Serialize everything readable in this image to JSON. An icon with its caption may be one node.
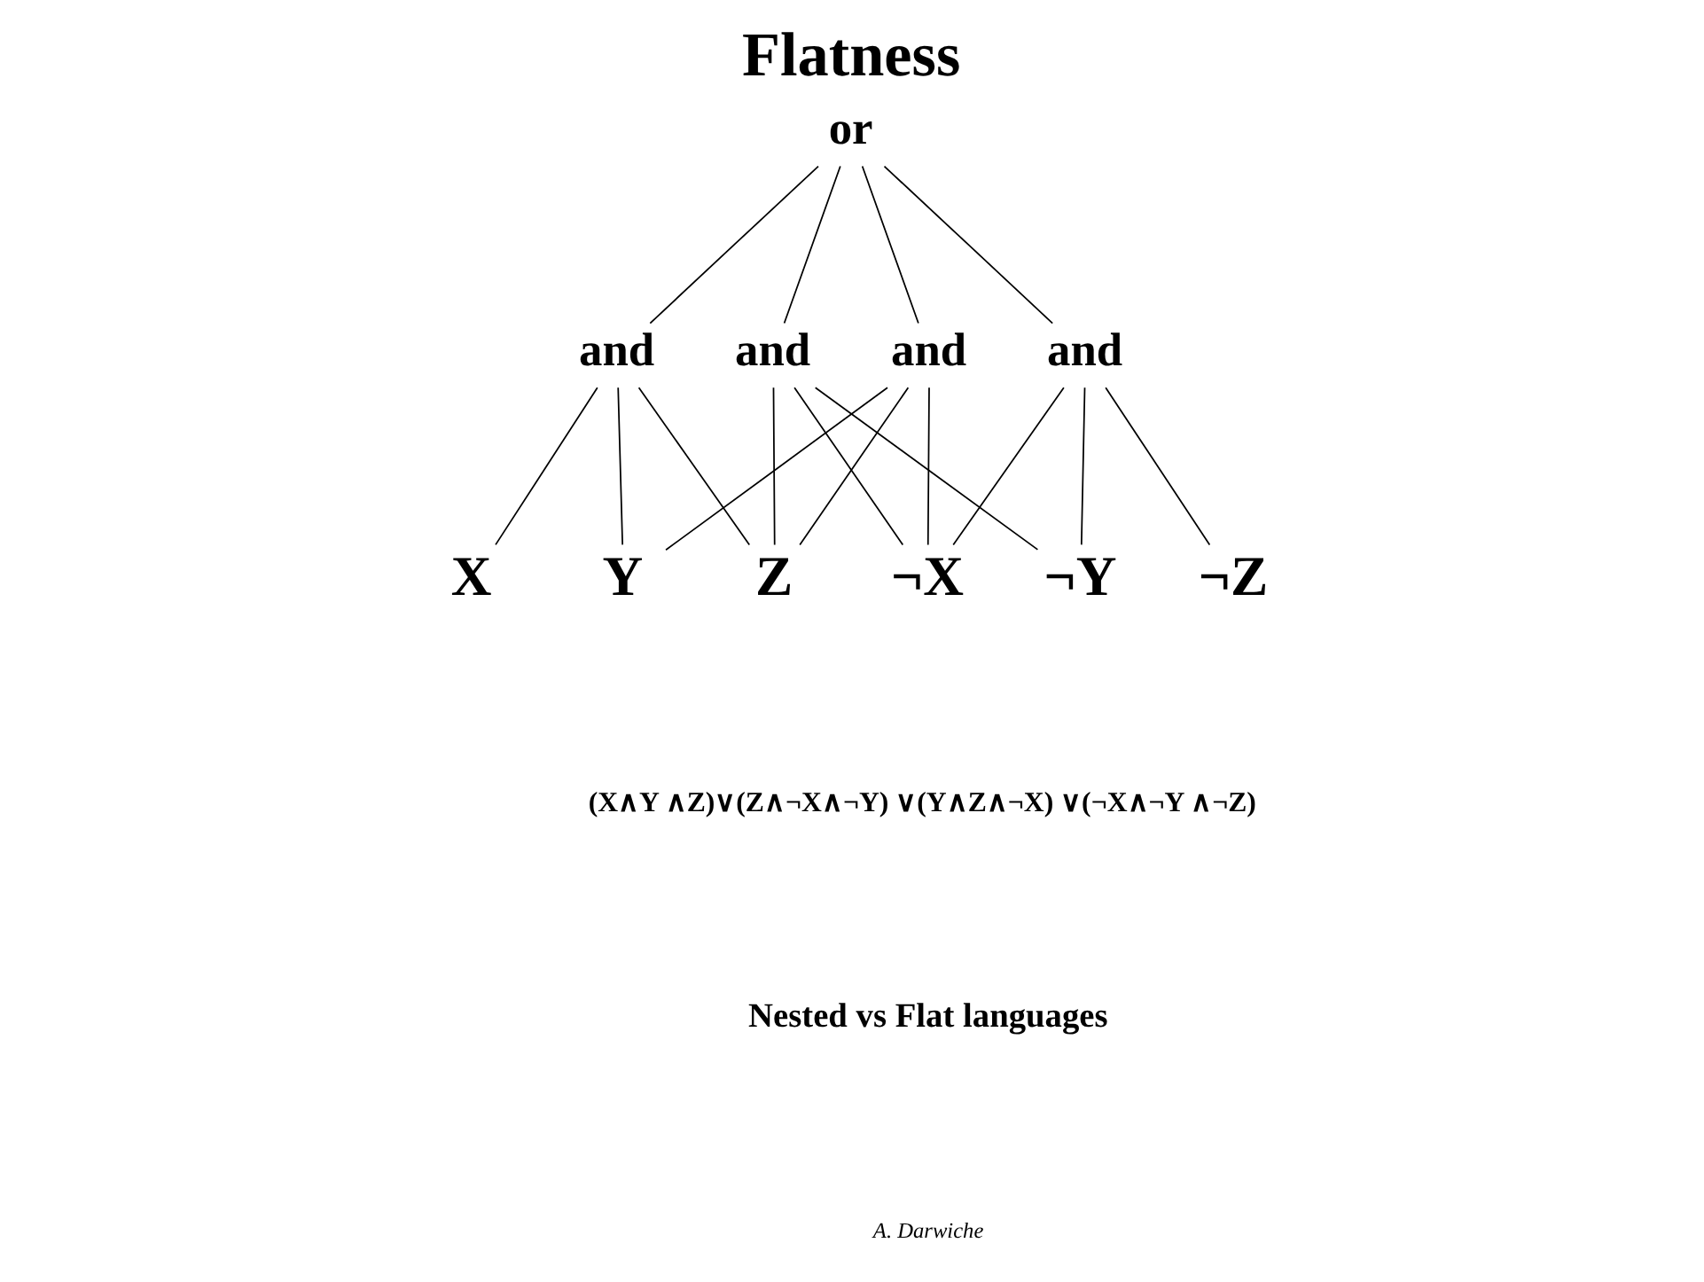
{
  "diagram": {
    "title": "Flatness",
    "nodes": [
      {
        "text": [
          "or"
        ]
      },
      {
        "text": [
          "and"
        ]
      },
      {
        "text": [
          "and"
        ]
      },
      {
        "text": [
          "and"
        ]
      },
      {
        "text": [
          "and"
        ]
      },
      {
        "text": [
          "X"
        ]
      },
      {
        "text": [
          "Y"
        ]
      },
      {
        "text": [
          "Z"
        ]
      },
      {
        "text": [
          "¬X"
        ]
      },
      {
        "text": [
          "¬Y"
        ]
      },
      {
        "text": [
          "¬Z"
        ]
      }
    ],
    "edges": [
      {
        "from": 0,
        "to": 1,
        "arrow": "none"
      },
      {
        "from": 0,
        "to": 2,
        "arrow": "none"
      },
      {
        "from": 0,
        "to": 3,
        "arrow": "none"
      },
      {
        "from": 0,
        "to": 4,
        "arrow": "none"
      },
      {
        "from": 1,
        "to": 5,
        "arrow": "none"
      },
      {
        "from": 1,
        "to": 6,
        "arrow": "none"
      },
      {
        "from": 1,
        "to": 7,
        "arrow": "none"
      },
      {
        "from": 2,
        "to": 7,
        "arrow": "none"
      },
      {
        "from": 2,
        "to": 8,
        "arrow": "none"
      },
      {
        "from": 2,
        "to": 9,
        "arrow": "none"
      },
      {
        "from": 3,
        "to": 6,
        "arrow": "none"
      },
      {
        "from": 3,
        "to": 7,
        "arrow": "none"
      },
      {
        "from": 3,
        "to": 8,
        "arrow": "none"
      },
      {
        "from": 4,
        "to": 8,
        "arrow": "none"
      },
      {
        "from": 4,
        "to": 9,
        "arrow": "none"
      },
      {
        "from": 4,
        "to": 10,
        "arrow": "none"
      }
    ],
    "labels": [
      "(X∧Y ∧Z)∨(Z∧¬X∧¬Y) ∨(Y∧Z∧¬X) ∨(¬X∧¬Y ∧¬Z)",
      "Nested vs Flat languages",
      "A. Darwiche"
    ]
  }
}
